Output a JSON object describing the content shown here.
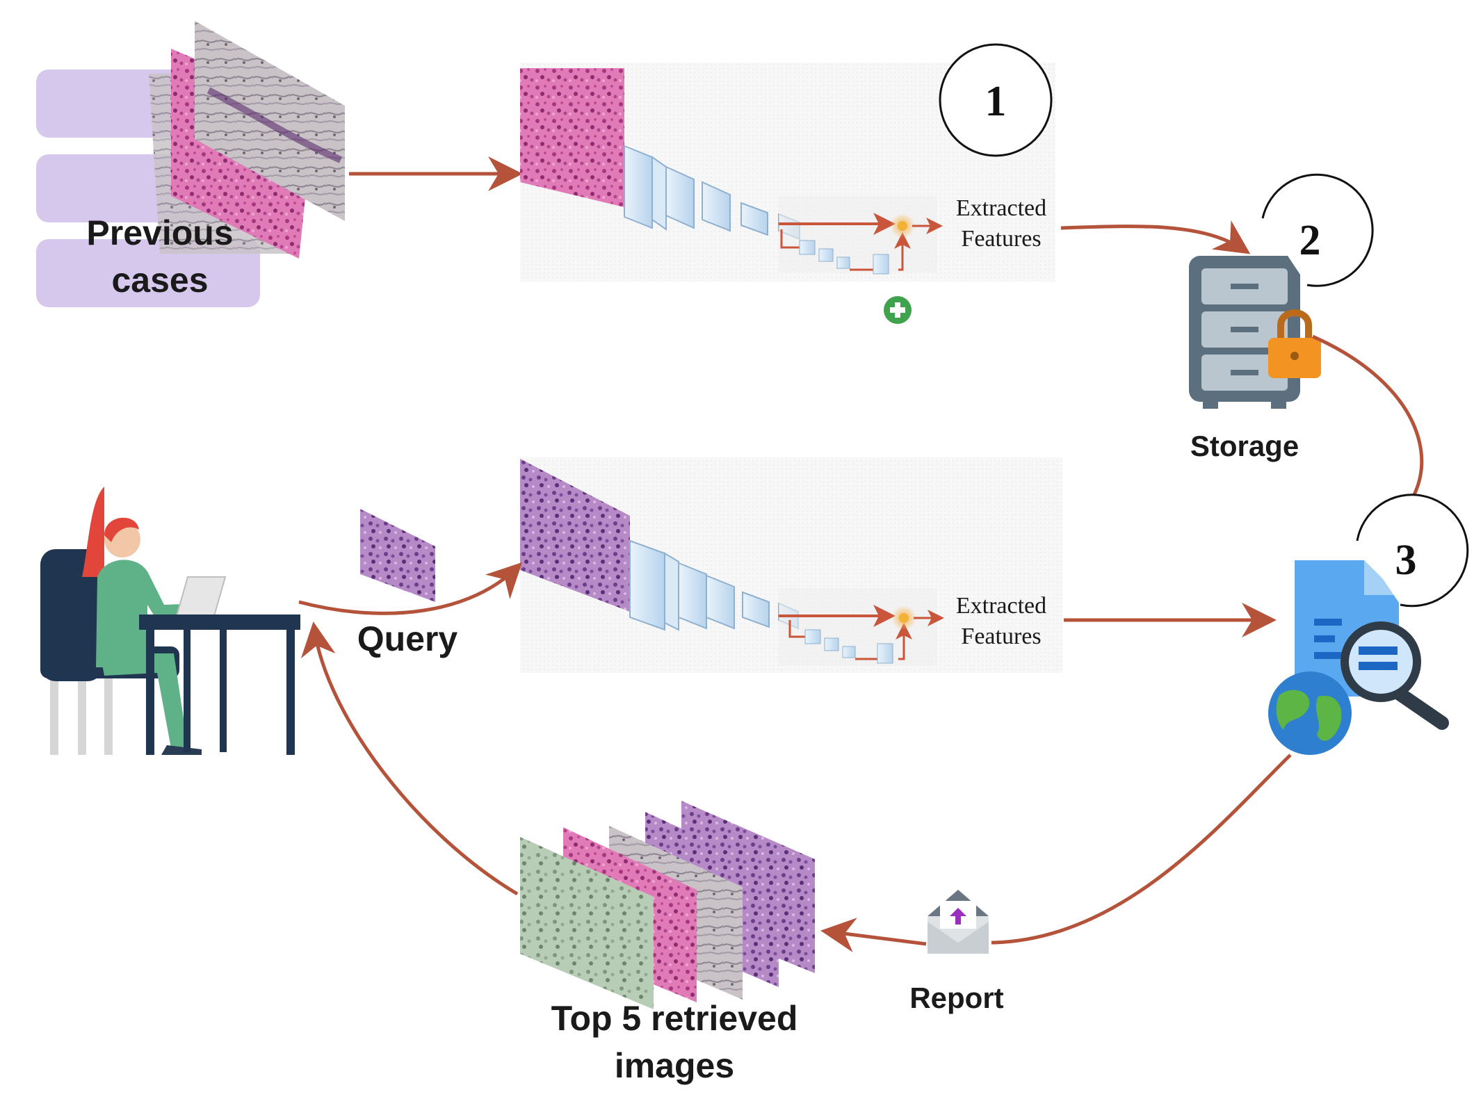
{
  "labels": {
    "previous_cases_line1": "Previous",
    "previous_cases_line2": "cases",
    "extracted_top_line1": "Extracted",
    "extracted_top_line2": "Features",
    "extracted_bottom_line1": "Extracted",
    "extracted_bottom_line2": "Features",
    "storage": "Storage",
    "query": "Query",
    "report": "Report",
    "top5_line1": "Top 5 retrieved",
    "top5_line2": "images"
  },
  "steps": [
    "1",
    "2",
    "3"
  ],
  "colors": {
    "arrow": "#b5533a",
    "lavender": "#d5c8ec",
    "storage_body": "#5c6f7e",
    "storage_drawer": "#b9c6d0",
    "lock": "#f29322",
    "doc": "#5aa8f0",
    "globe_ocean": "#2f7fd1",
    "globe_land": "#5cb544",
    "person_green": "#5fb287",
    "hair": "#e2453a",
    "chair": "#1f3550"
  },
  "icons": [
    "stacked-slides-icon",
    "cnn-network-icon",
    "plus-icon",
    "storage-cabinet-icon",
    "lock-icon",
    "document-search-icon",
    "magnifier-icon",
    "globe-icon",
    "envelope-icon",
    "user-at-desk-icon",
    "laptop-icon"
  ]
}
